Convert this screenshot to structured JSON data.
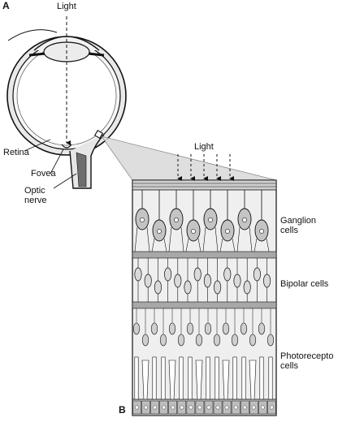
{
  "panel_a": {
    "letter": "A",
    "light_label": "Light",
    "retina_label": "Retina",
    "fovea_label": "Fovea",
    "optic_nerve_line1": "Optic",
    "optic_nerve_line2": "nerve"
  },
  "panel_b": {
    "letter": "B",
    "light_label": "Light",
    "ganglion_line1": "Ganglion",
    "ganglion_line2": "cells",
    "bipolar_label": "Bipolar cells",
    "photoreceptor_line1": "Photorecepto",
    "photoreceptor_line2": "cells"
  },
  "colors": {
    "ink": "#111111",
    "tissue_gray": "#d0d0d0",
    "dark_gray": "#6e6e6e",
    "cell_gray": "#bfbfbf"
  }
}
